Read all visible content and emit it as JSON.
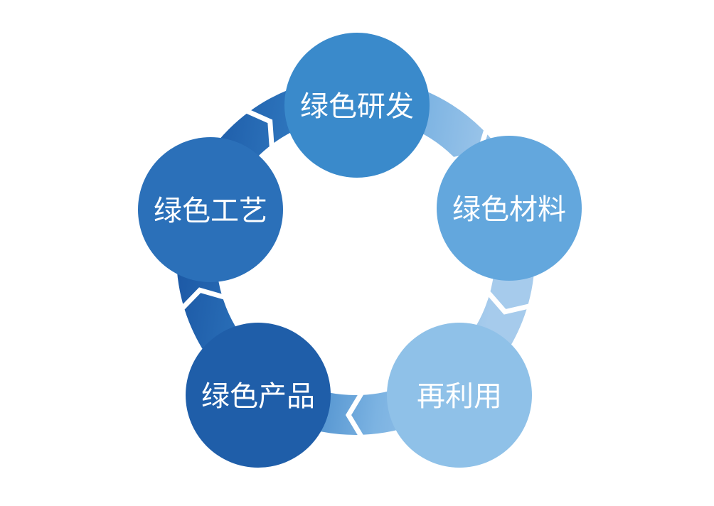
{
  "diagram": {
    "nodes": [
      {
        "label": "绿色研发",
        "color": "#3a8acb"
      },
      {
        "label": "绿色材料",
        "color": "#63a7dd"
      },
      {
        "label": "再利用",
        "color": "#8fc1e8"
      },
      {
        "label": "绿色产品",
        "color": "#1f5ea9"
      },
      {
        "label": "绿色工艺",
        "color": "#2b70b9"
      }
    ],
    "ring_gradient": [
      "#1b57a4",
      "#3079c0",
      "#7cb3e2",
      "#a6cbec"
    ],
    "flow_direction": "clockwise"
  }
}
